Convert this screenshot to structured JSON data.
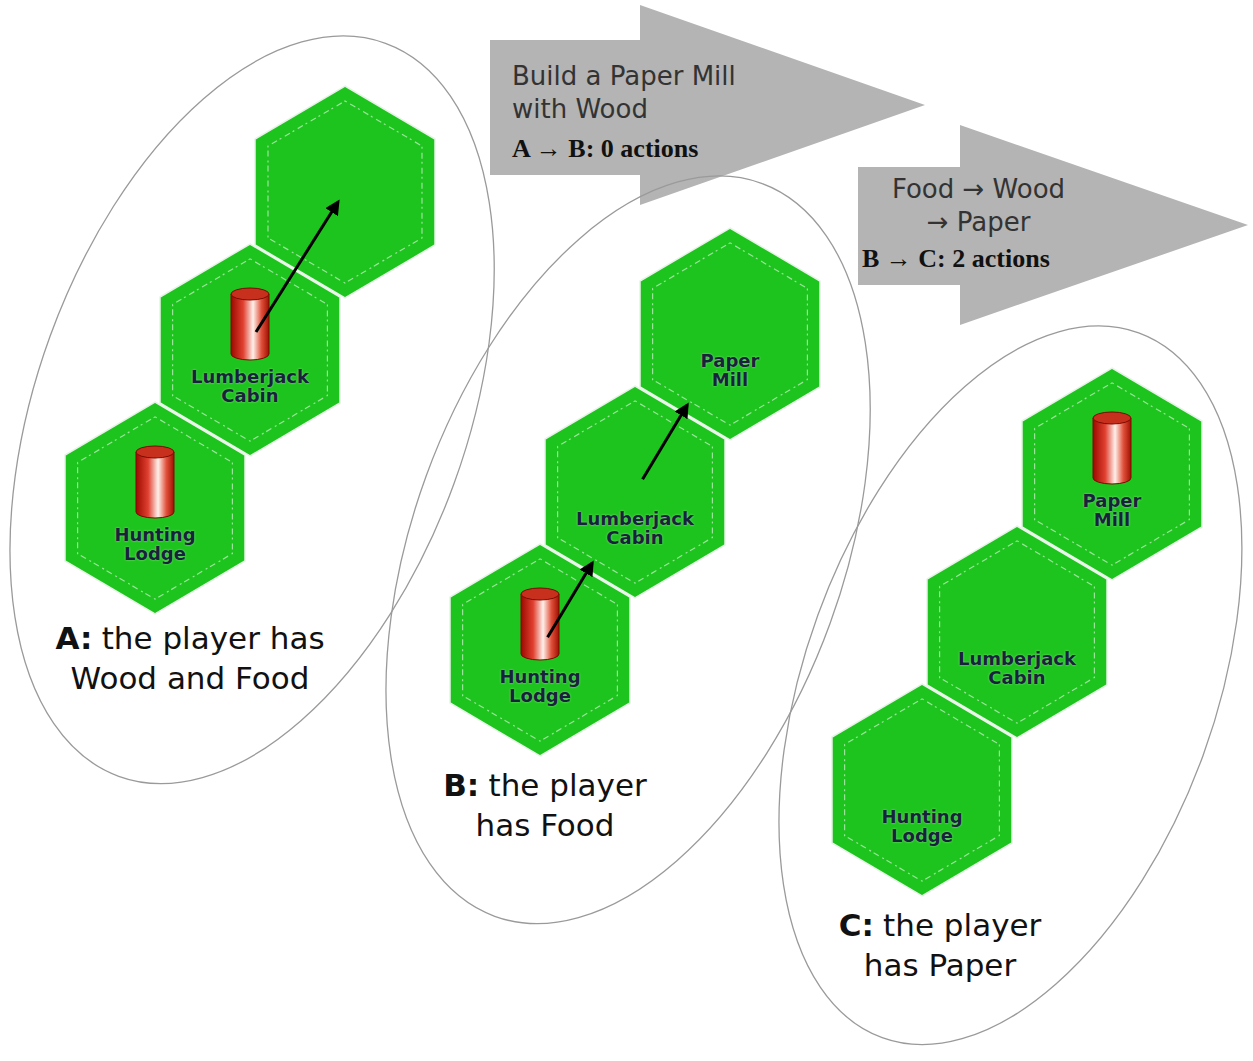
{
  "diagram": {
    "nodes": [
      {
        "text": [
          "A:",
          "the player has Wood and Food"
        ]
      },
      {
        "text": [
          "Lumberjack Cabin"
        ],
        "in": 0
      },
      {
        "text": [
          "Hunting Lodge"
        ],
        "in": 0
      },
      {
        "text": [
          "Build a Paper Mill with Wood",
          "A → B: 0 actions"
        ]
      },
      {
        "text": [
          "B:",
          "the player has Food"
        ]
      },
      {
        "text": [
          "Paper Mill"
        ],
        "in": 4
      },
      {
        "text": [
          "Lumberjack Cabin"
        ],
        "in": 4
      },
      {
        "text": [
          "Hunting Lodge"
        ],
        "in": 4
      },
      {
        "text": [
          "Food → Wood → Paper",
          "B → C: 2 actions"
        ]
      },
      {
        "text": [
          "C:",
          "the player has Paper"
        ]
      },
      {
        "text": [
          "Paper Mill"
        ],
        "in": 9
      },
      {
        "text": [
          "Lumberjack Cabin"
        ],
        "in": 9
      },
      {
        "text": [
          "Hunting Lodge"
        ],
        "in": 9
      }
    ],
    "edges": [
      {
        "from": 7,
        "to": 6,
        "arrow": "to"
      },
      {
        "from": 6,
        "to": 5,
        "arrow": "to"
      }
    ]
  }
}
